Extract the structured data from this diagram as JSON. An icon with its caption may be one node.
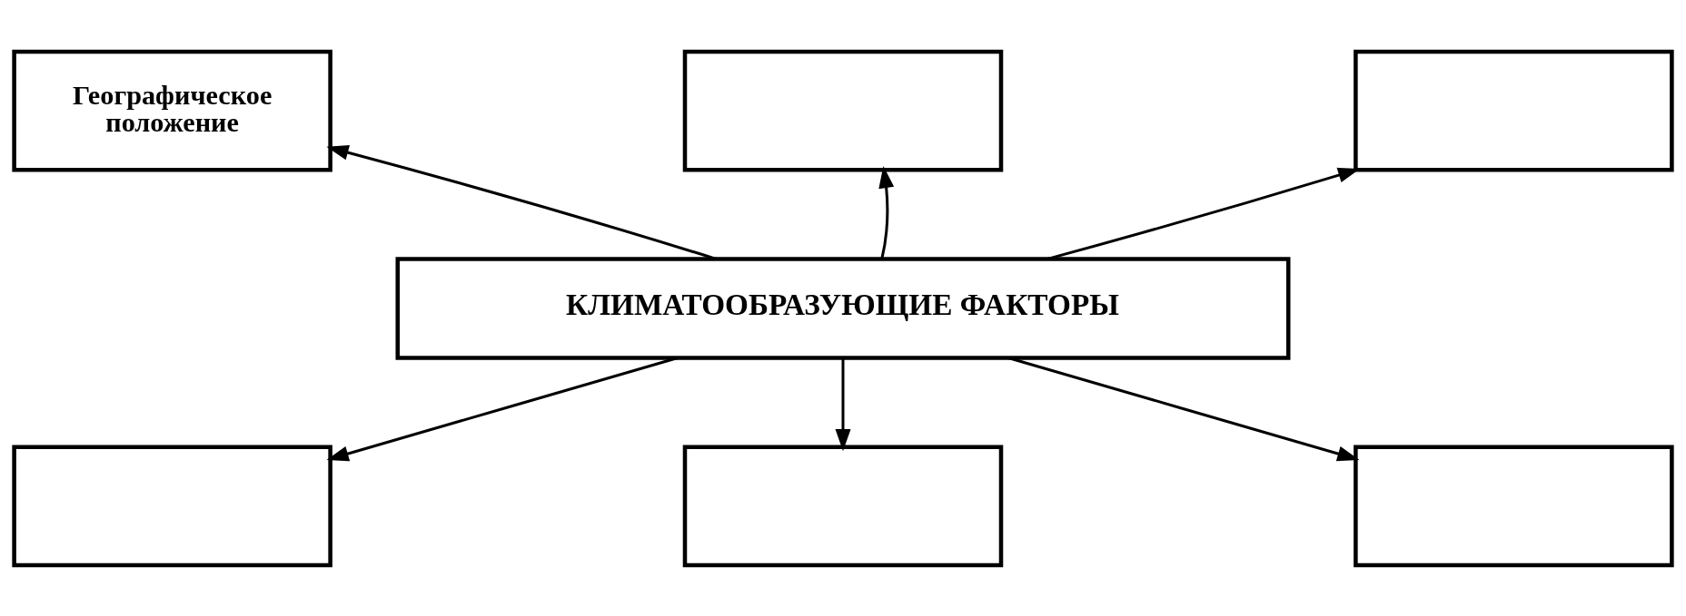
{
  "diagram": {
    "nodes": [
      {
        "text": [
          "Географическое положение"
        ]
      },
      {
        "text": [],
        "shape": "box"
      },
      {
        "text": [],
        "shape": "box"
      },
      {
        "text": [
          "КЛИМАТООБРАЗУЮЩИЕ ФАКТОРЫ"
        ]
      },
      {
        "text": [],
        "shape": "box"
      },
      {
        "text": [],
        "shape": "box"
      },
      {
        "text": [],
        "shape": "box"
      }
    ],
    "edges": [
      {
        "from": 3,
        "to": 0,
        "arrow": "to"
      },
      {
        "from": 3,
        "to": 1,
        "arrow": "to"
      },
      {
        "from": 3,
        "to": 2,
        "arrow": "to"
      },
      {
        "from": 3,
        "to": 4,
        "arrow": "to"
      },
      {
        "from": 3,
        "to": 5,
        "arrow": "to"
      },
      {
        "from": 3,
        "to": 6,
        "arrow": "to"
      }
    ]
  }
}
